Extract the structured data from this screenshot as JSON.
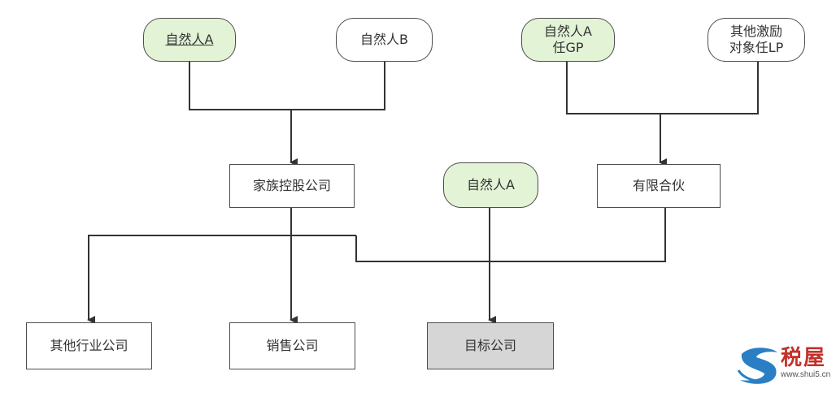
{
  "nodes": {
    "person_a_top": "自然人A",
    "person_b": "自然人B",
    "person_a_gp_line1": "自然人A",
    "person_a_gp_line2": "任GP",
    "other_incentive_line1": "其他激励",
    "other_incentive_line2": "对象任LP",
    "family_holding": "家族控股公司",
    "person_a_mid": "自然人A",
    "limited_partnership": "有限合伙",
    "other_industry": "其他行业公司",
    "sales_company": "销售公司",
    "target_company": "目标公司"
  },
  "colors": {
    "green_fill": "#e2f3d6",
    "gray_fill": "#d6d6d6",
    "line": "#333333"
  },
  "watermark": {
    "text": "税屋",
    "url": "www.shui5.cn"
  }
}
